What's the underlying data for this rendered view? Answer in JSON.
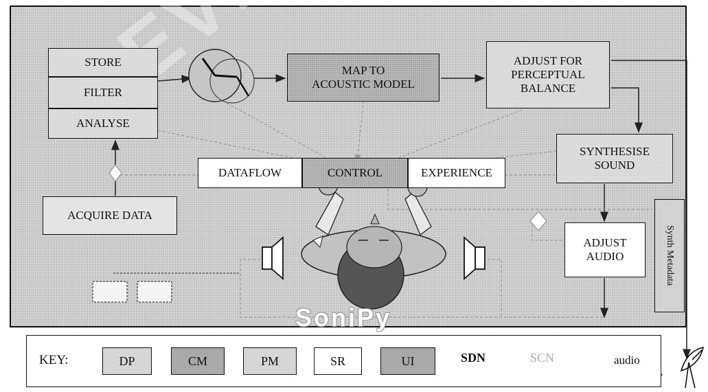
{
  "diagram": {
    "brand": "SoniPy",
    "watermark": "REVISED",
    "boxes": {
      "store": "STORE",
      "filter": "FILTER",
      "analyse": "ANALYSE",
      "acquire": "ACQUIRE DATA",
      "map": "MAP TO\nACOUSTIC MODEL",
      "adjust_perceptual": "ADJUST FOR\nPERCEPTUAL\nBALANCE",
      "synthesise": "SYNTHESISE\nSOUND",
      "adjust_audio": "ADJUST\nAUDIO",
      "dataflow": "DATAFLOW",
      "control": "CONTROL",
      "experience": "EXPERIENCE",
      "synth_metadata": "Synth Metadata"
    }
  },
  "key": {
    "title": "KEY:",
    "items": [
      {
        "label": "DP",
        "fill": "#d6d6d6"
      },
      {
        "label": "CM",
        "fill": "#a9a9a9"
      },
      {
        "label": "PM",
        "fill": "#d6d6d6"
      },
      {
        "label": "SR",
        "fill": "#ffffff"
      },
      {
        "label": "UI",
        "fill": "#a9a9a9"
      }
    ],
    "sdn": "SDN",
    "scn": "SCN",
    "audio": "audio"
  }
}
